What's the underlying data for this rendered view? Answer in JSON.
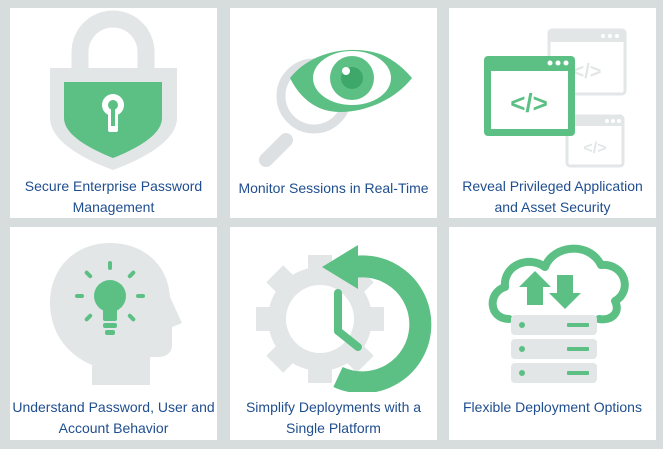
{
  "accent_color": "#5cc085",
  "tiles": [
    {
      "icon": "padlock-shield-icon",
      "label": "Secure Enterprise Password Management"
    },
    {
      "icon": "magnifier-eye-icon",
      "label": "Monitor Sessions in Real-Time"
    },
    {
      "icon": "code-windows-icon",
      "label": "Reveal Privileged Application and Asset Security"
    },
    {
      "icon": "head-lightbulb-icon",
      "label": "Understand Password, User and Account Behavior"
    },
    {
      "icon": "gear-refresh-clock-icon",
      "label": "Simplify Deployments with a Single Platform"
    },
    {
      "icon": "cloud-servers-icon",
      "label": "Flexible Deployment Options"
    }
  ]
}
